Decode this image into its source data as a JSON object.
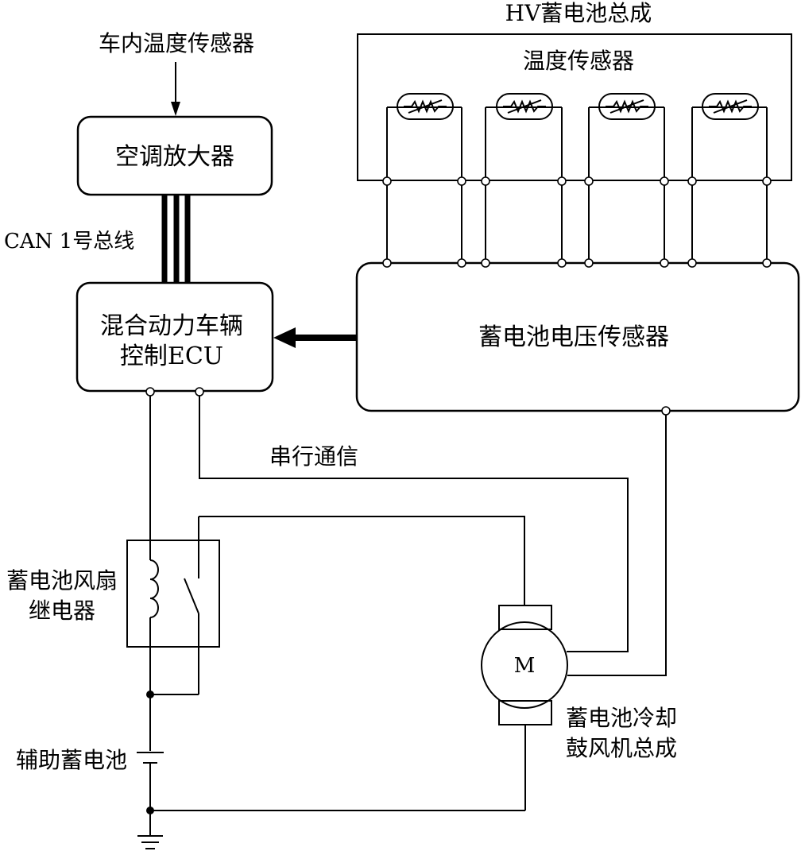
{
  "labels": {
    "cabin_temp_sensor": "车内温度传感器",
    "ac_amplifier": "空调放大器",
    "can_bus": "CAN 1号总线",
    "hv_ecu_line1": "混合动力车辆",
    "hv_ecu_line2": "控制ECU",
    "hv_battery_assembly": "HV蓄电池总成",
    "temp_sensors": "温度传感器",
    "battery_voltage_sensor": "蓄电池电压传感器",
    "serial_comm": "串行通信",
    "fan_relay_line1": "蓄电池风扇",
    "fan_relay_line2": "继电器",
    "aux_battery": "辅助蓄电池",
    "motor_symbol": "M",
    "blower_line1": "蓄电池冷却",
    "blower_line2": "鼓风机总成"
  },
  "colors": {
    "line": "#000000",
    "background": "#ffffff"
  },
  "components": {
    "thermistors": 4
  }
}
